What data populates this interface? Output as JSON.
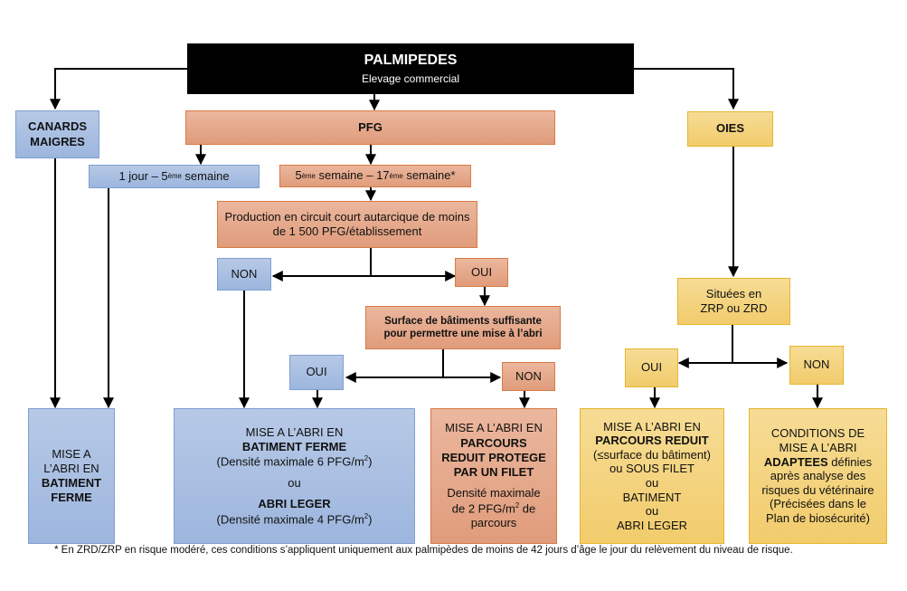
{
  "root": {
    "title": "PALMIPEDES",
    "subtitle": "Elevage commercial"
  },
  "canards": {
    "title_line1": "CANARDS",
    "title_line2": "MAIGRES",
    "result": {
      "line1": "MISE A",
      "line2": "L’ABRI EN",
      "line3": "BATIMENT",
      "line4": "FERME"
    }
  },
  "pfg": {
    "title": "PFG",
    "period_early": {
      "prefix": "1 jour – 5",
      "sup": "ème",
      "suffix": " semaine"
    },
    "period_late": {
      "a": "5",
      "a_sup": "ème",
      "b": " semaine – 17",
      "b_sup": "ème",
      "c": " semaine*"
    },
    "question1": {
      "line1": "Production en circuit court autarcique de moins",
      "line2": "de 1 500 PFG/établissement"
    },
    "q1_no": "NON",
    "q1_yes": "OUI",
    "question2": {
      "line1": "Surface de bâtiments suffisante",
      "line2": "pour permettre une mise à l’abri"
    },
    "q2_yes": "OUI",
    "q2_no": "NON",
    "result_building": {
      "line1": "MISE A L’ABRI EN",
      "line2": "BATIMENT FERME",
      "line3_prefix": "(Densité maximale 6 PFG/m",
      "line3_sup": "2",
      "line3_suffix": ")",
      "or": "ou",
      "line4": "ABRI LEGER",
      "line5_prefix": "(Densité maximale 4 PFG/m",
      "line5_sup": "2",
      "line5_suffix": ")"
    },
    "result_parcours": {
      "line1": "MISE A L’ABRI EN",
      "line2": "PARCOURS",
      "line3": "REDUIT PROTEGE",
      "line4": "PAR UN FILET",
      "line5": "Densité maximale",
      "line6_prefix": "de 2 PFG/m",
      "line6_sup": "2",
      "line6_suffix": " de",
      "line7": "parcours"
    }
  },
  "oies": {
    "title": "OIES",
    "question": {
      "line1": "Situées en",
      "line2": "ZRP ou ZRD"
    },
    "yes": "OUI",
    "no": "NON",
    "result_yes": {
      "line1": "MISE A L’ABRI EN",
      "line2": "PARCOURS REDUIT",
      "line3": "(≤surface du bâtiment)",
      "line4": "ou SOUS FILET",
      "line5": "ou",
      "line6": "BATIMENT",
      "line7": "ou",
      "line8": "ABRI LEGER"
    },
    "result_no": {
      "line1": "CONDITIONS DE",
      "line2": "MISE A L’ABRI",
      "line3_bold": "ADAPTEES",
      "line3_rest": " définies",
      "line4": "après analyse des",
      "line5": "risques du vétérinaire",
      "line6": "(Précisées dans le",
      "line7": "Plan de biosécurité)"
    }
  },
  "footnote": "* En ZRD/ZRP en risque modéré, ces conditions s’appliquent uniquement aux palmipèdes de moins de 42 jours d’âge le jour du relèvement du niveau de risque."
}
